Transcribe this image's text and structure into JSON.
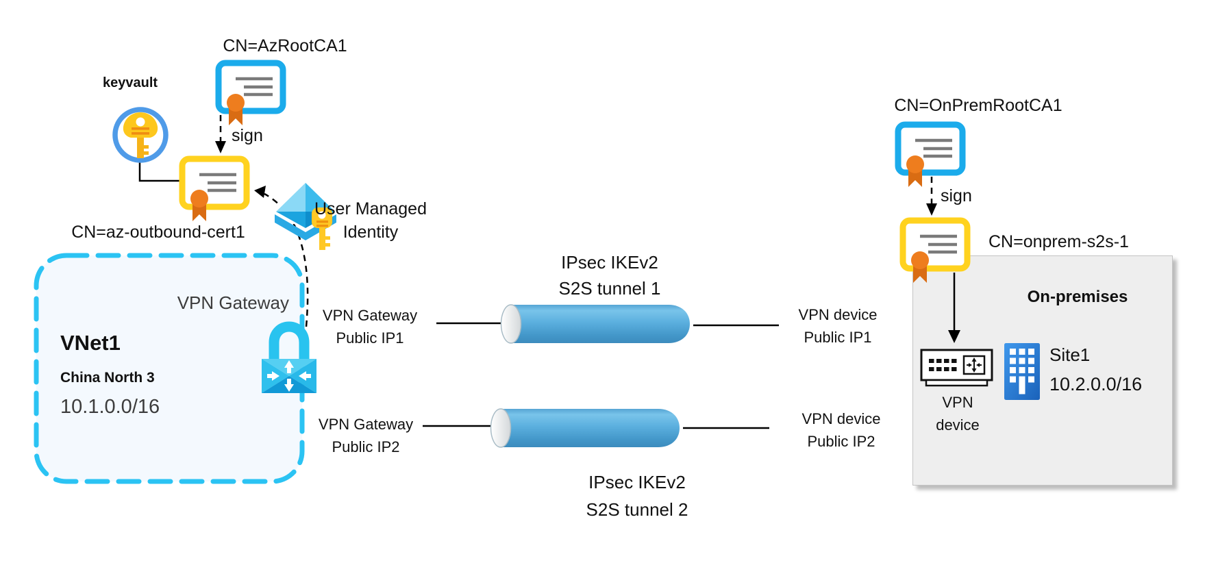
{
  "azure": {
    "keyvault_label": "keyvault",
    "root_ca_cert": "CN=AzRootCA1",
    "sign_label": "sign",
    "outbound_cert": "CN=az-outbound-cert1",
    "managed_identity": {
      "line1": "User Managed",
      "line2": "Identity"
    },
    "vnet": {
      "gateway_label": "VPN Gateway",
      "name": "VNet1",
      "region": "China North 3",
      "address_space": "10.1.0.0/16"
    },
    "public_ip1": {
      "line1": "VPN Gateway",
      "line2": "Public IP1"
    },
    "public_ip2": {
      "line1": "VPN Gateway",
      "line2": "Public IP2"
    }
  },
  "tunnels": {
    "tunnel1": {
      "line1": "IPsec IKEv2",
      "line2": "S2S tunnel 1"
    },
    "tunnel2": {
      "line1": "IPsec IKEv2",
      "line2": "S2S tunnel 2"
    }
  },
  "onprem": {
    "root_ca_cert": "CN=OnPremRootCA1",
    "sign_label": "sign",
    "s2s_cert": "CN=onprem-s2s-1",
    "box_title": "On-premises",
    "device_ip1": {
      "line1": "VPN device",
      "line2": "Public IP1"
    },
    "device_ip2": {
      "line1": "VPN device",
      "line2": "Public IP2"
    },
    "device_label": {
      "line1": "VPN",
      "line2": "device"
    },
    "site": {
      "name": "Site1",
      "address_space": "10.2.0.0/16"
    }
  },
  "colors": {
    "cert_frame_blue": "#1babeb",
    "cert_frame_yellow": "#ffd21f",
    "seal_orange": "#ee7d1e",
    "ribbon_orange": "#d96c13",
    "vnet_border_cyan": "#2bc3f3",
    "vnet_fill": "#f4f9fe",
    "tunnel_blue": "#57aedd",
    "gateway_cyan": "#29c3ef",
    "building_blue": "#2b7ad0",
    "onprem_fill": "#eeeeee"
  }
}
